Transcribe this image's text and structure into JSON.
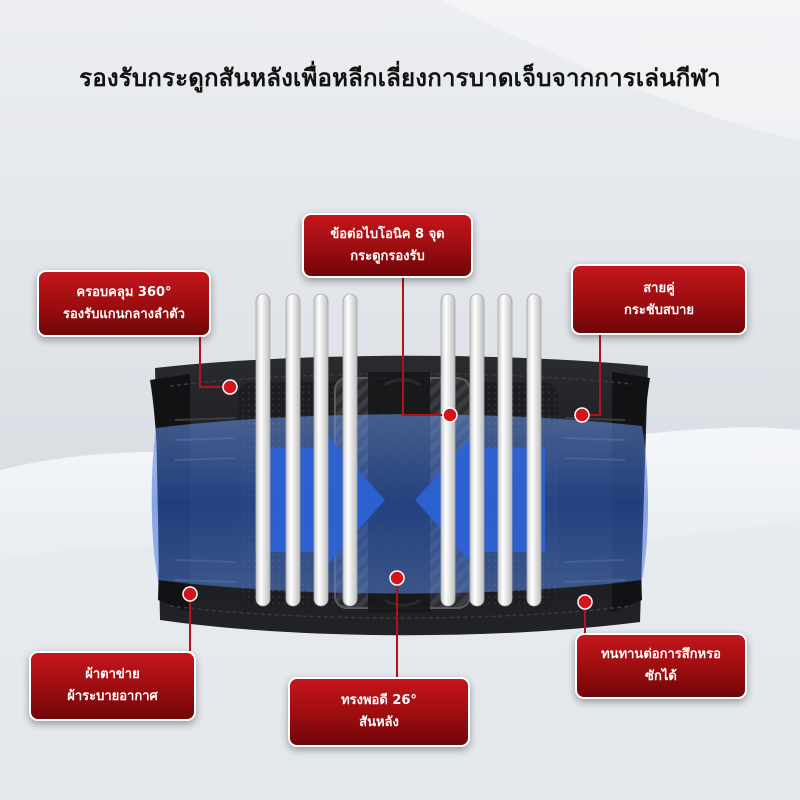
{
  "headline": "รองรับกระดูกสันหลังเพื่อหลีกเลี่ยงการบาดเจ็บจากการเล่นกีฬา",
  "callouts": [
    {
      "id": "coverage",
      "line1": "ครอบคลุม 360°",
      "line2": "รองรับแกนกลางลำตัว"
    },
    {
      "id": "supports",
      "line1": "ข้อต่อไบโอนิค 8 จุด",
      "line2": "กระดูกรองรับ"
    },
    {
      "id": "straps",
      "line1": "สายคู่",
      "line2": "กระชับสบาย"
    },
    {
      "id": "mesh",
      "line1": "ผ้าตาข่าย",
      "line2": "ผ้าระบายอากาศ"
    },
    {
      "id": "curve",
      "line1": "ทรงพอดี 26°",
      "line2": "สันหลัง"
    },
    {
      "id": "durable",
      "line1": "ทนทานต่อการสึกหรอ",
      "line2": "ซักได้"
    }
  ],
  "colors": {
    "callout_red": "#a8101a",
    "belt_black": "#1b1c1f",
    "compression_blue": "#2f66d8",
    "marker_red": "#d3141c"
  }
}
